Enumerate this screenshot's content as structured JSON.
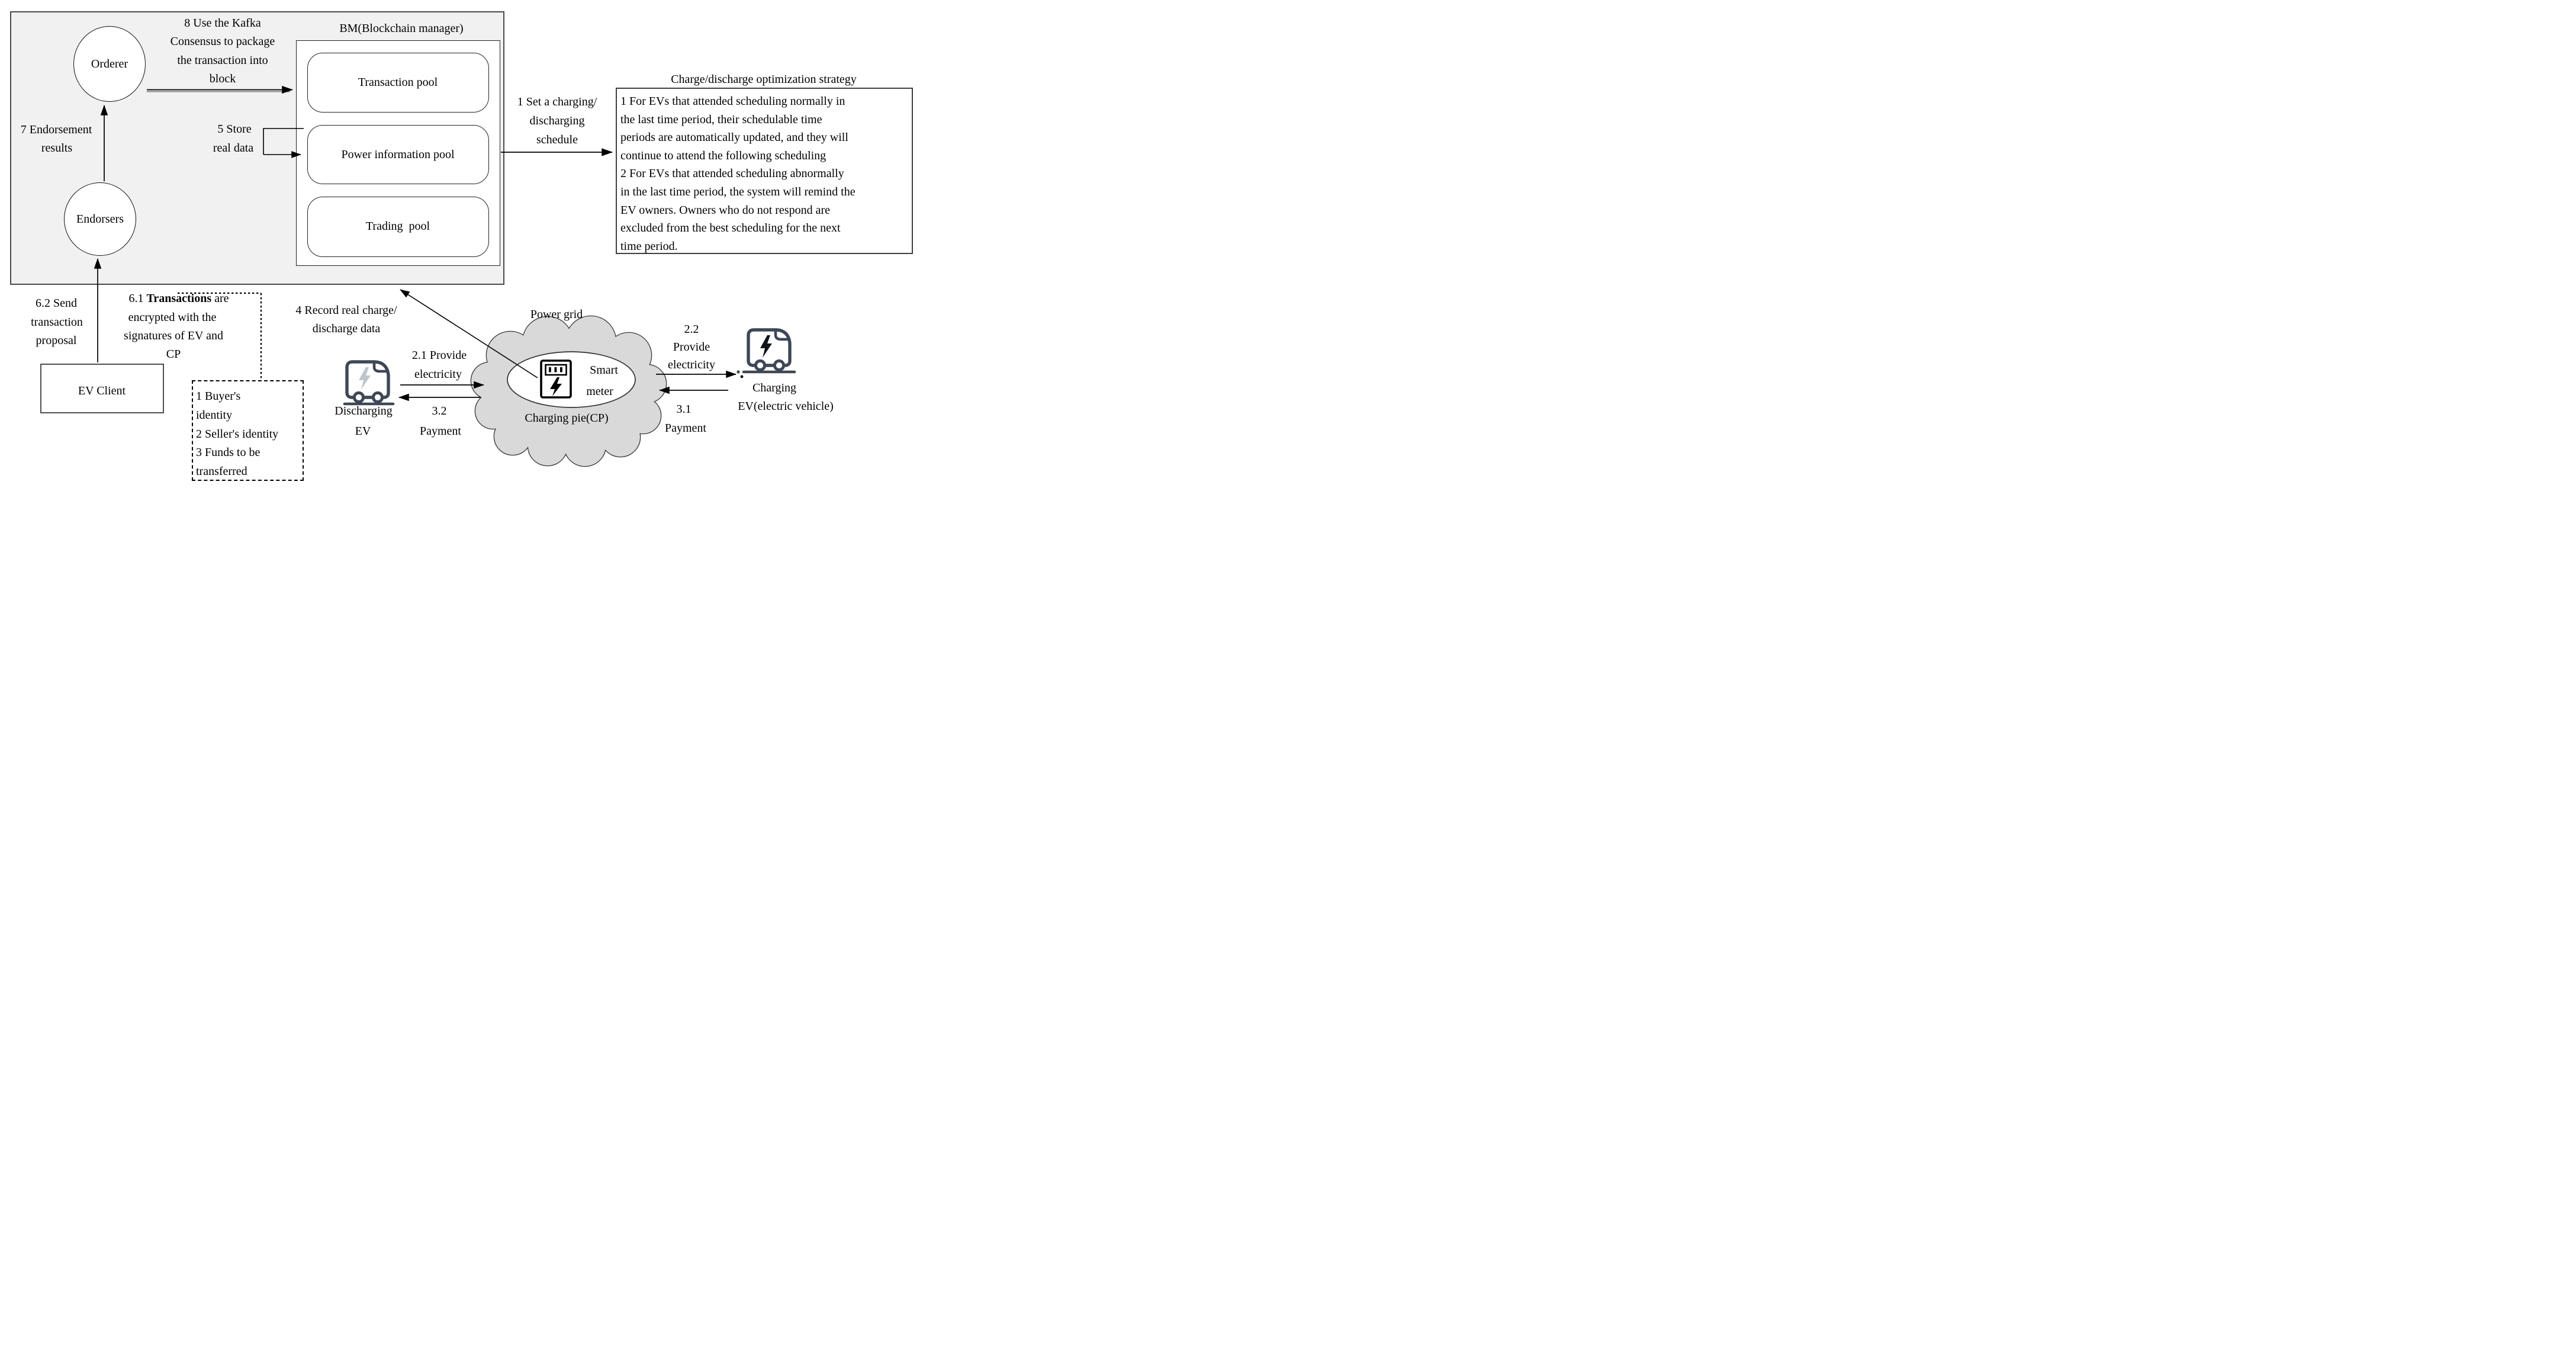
{
  "nodes": {
    "orderer": "Orderer",
    "endorsers": "Endorsers",
    "bm_title": "BM(Blockchain manager)",
    "pools": [
      "Transaction pool",
      "Power information pool",
      "Trading  pool"
    ],
    "ev_client": "EV Client",
    "power_grid": "Power grid",
    "smart_meter": [
      "Smart",
      "meter"
    ],
    "charging_pie": "Charging pie(CP)",
    "discharging_ev": [
      "Discharging",
      "EV"
    ],
    "charging_ev": [
      "Charging",
      "EV(electric vehicle)"
    ]
  },
  "labels": {
    "kafka": [
      "8 Use the Kafka",
      "Consensus to package",
      "the transaction into",
      "block"
    ],
    "endorsement": [
      "7 Endorsement",
      "results"
    ],
    "store": [
      "5 Store",
      "real data"
    ],
    "set_schedule": [
      "1 Set a charging/",
      "discharging",
      "schedule"
    ],
    "send_proposal": [
      "6.2 Send",
      "transaction",
      "proposal"
    ],
    "txn_encrypted": {
      "prefix": "6.1 ",
      "bold": "Transactions",
      "rest": " are",
      "lines": [
        "encrypted with the",
        "signatures of EV and",
        "CP"
      ]
    },
    "record": [
      "4 Record real charge/",
      "discharge data"
    ],
    "provide_21": [
      "2.1 Provide",
      "electricity"
    ],
    "payment_32": [
      "3.2",
      "Payment"
    ],
    "provide_22": [
      "2.2",
      "Provide",
      "electricity"
    ],
    "payment_31": [
      "3.1",
      "Payment"
    ]
  },
  "strategy": {
    "title": "Charge/discharge optimization strategy",
    "lines": [
      "1 For EVs that attended scheduling normally in",
      "the last time period, their schedulable time",
      "periods are automatically updated, and they will",
      "continue to attend the following scheduling",
      "2 For EVs that attended scheduling abnormally",
      "in the last time period, the system will remind the",
      "EV owners. Owners who do not respond are",
      "excluded from the best scheduling for the next",
      "time period."
    ]
  },
  "buyer_box": {
    "lines": [
      "1 Buyer's",
      "identity",
      "2 Seller's identity",
      "3 Funds to be",
      "transferred"
    ]
  },
  "icons": {
    "smart_meter": "smart-meter-icon",
    "discharging_truck": "ev-truck-discharging-icon",
    "charging_truck": "ev-truck-charging-icon",
    "cloud": "power-grid-cloud"
  },
  "colors": {
    "panel_bg": "#f1f1f1",
    "cloud_fill": "#d9d9d9",
    "truck_color": "#3e4756",
    "bolt_discharging": "#bfc5cd",
    "bolt_charging": "#10141a",
    "line_color": "#000000"
  }
}
